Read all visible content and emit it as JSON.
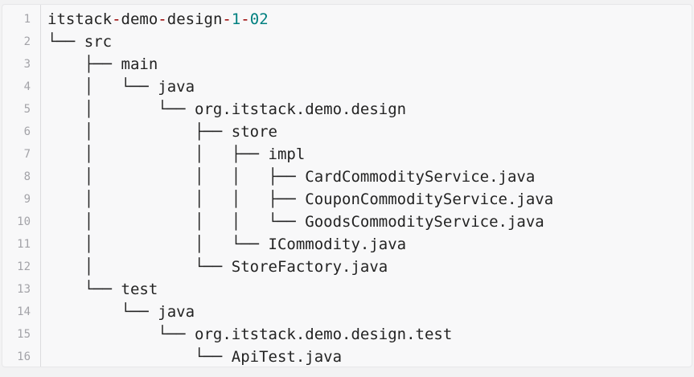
{
  "page": {
    "background": "#f2f2f3"
  },
  "code_block": {
    "background": "#f8f8f9",
    "border_color": "#e7e7e9",
    "gutter_separator_color": "#dcdcde",
    "line_number_color": "#a3a3a8",
    "text_color": "#232323",
    "token_colors": {
      "operator": "#990000",
      "number": "#008080"
    },
    "lines": [
      {
        "number": "1",
        "segments": [
          {
            "text": "itstack",
            "token": "plain"
          },
          {
            "text": "-",
            "token": "operator"
          },
          {
            "text": "demo",
            "token": "plain"
          },
          {
            "text": "-",
            "token": "operator"
          },
          {
            "text": "design",
            "token": "plain"
          },
          {
            "text": "-",
            "token": "operator"
          },
          {
            "text": "1",
            "token": "number"
          },
          {
            "text": "-",
            "token": "operator"
          },
          {
            "text": "02",
            "token": "number"
          }
        ]
      },
      {
        "number": "2",
        "segments": [
          {
            "text": "└── src",
            "token": "plain"
          }
        ]
      },
      {
        "number": "3",
        "segments": [
          {
            "text": "    ├── main",
            "token": "plain"
          }
        ]
      },
      {
        "number": "4",
        "segments": [
          {
            "text": "    │   └── java",
            "token": "plain"
          }
        ]
      },
      {
        "number": "5",
        "segments": [
          {
            "text": "    │       └── org.itstack.demo.design",
            "token": "plain"
          }
        ]
      },
      {
        "number": "6",
        "segments": [
          {
            "text": "    │           ├── store",
            "token": "plain"
          }
        ]
      },
      {
        "number": "7",
        "segments": [
          {
            "text": "    │           │   ├── impl",
            "token": "plain"
          }
        ]
      },
      {
        "number": "8",
        "segments": [
          {
            "text": "    │           │   │   ├── CardCommodityService.java",
            "token": "plain"
          }
        ]
      },
      {
        "number": "9",
        "segments": [
          {
            "text": "    │           │   │   ├── CouponCommodityService.java",
            "token": "plain"
          }
        ]
      },
      {
        "number": "10",
        "segments": [
          {
            "text": "    │           │   │   └── GoodsCommodityService.java",
            "token": "plain"
          }
        ]
      },
      {
        "number": "11",
        "segments": [
          {
            "text": "    │           │   └── ICommodity.java",
            "token": "plain"
          }
        ]
      },
      {
        "number": "12",
        "segments": [
          {
            "text": "    │           └── StoreFactory.java",
            "token": "plain"
          }
        ]
      },
      {
        "number": "13",
        "segments": [
          {
            "text": "    └── test",
            "token": "plain"
          }
        ]
      },
      {
        "number": "14",
        "segments": [
          {
            "text": "        └── java",
            "token": "plain"
          }
        ]
      },
      {
        "number": "15",
        "segments": [
          {
            "text": "            └── org.itstack.demo.design.test",
            "token": "plain"
          }
        ]
      },
      {
        "number": "16",
        "segments": [
          {
            "text": "                └── ApiTest.java",
            "token": "plain"
          }
        ]
      }
    ]
  }
}
